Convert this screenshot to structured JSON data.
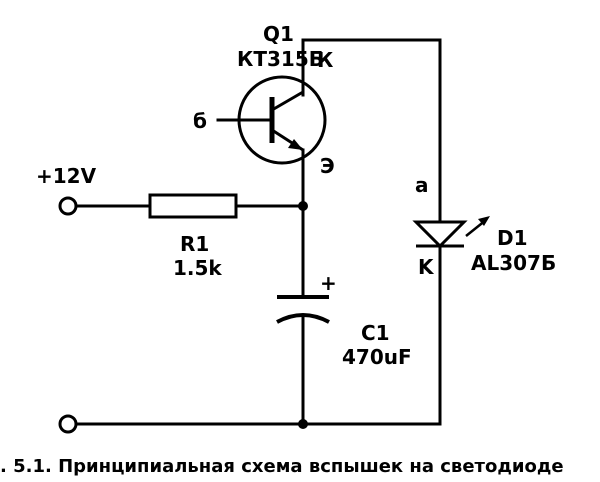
{
  "labels": {
    "transistor_ref": "Q1",
    "transistor_type": "КТ315Б",
    "collector": "К",
    "base": "б",
    "emitter": "Э",
    "supply": "+12V",
    "resistor_ref": "R1",
    "resistor_value": "1.5k",
    "capacitor_polarity": "+",
    "capacitor_ref": "C1",
    "capacitor_value": "470uF",
    "diode_anode": "a",
    "diode_cathode": "K",
    "diode_ref": "D1",
    "diode_type": "AL307Б"
  },
  "caption": ". 5.1. Принципиальная схема вспышек на светодиоде"
}
